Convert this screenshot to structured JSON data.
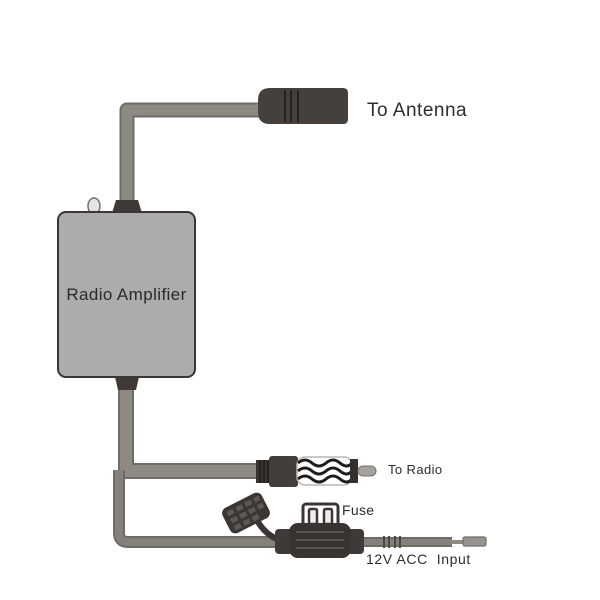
{
  "diagram": {
    "device_label": "Radio Amplifier",
    "annotations": {
      "antenna": "To Antenna",
      "radio": "To Radio",
      "fuse": "Fuse",
      "power_input": "12V ACC  Input"
    },
    "colors": {
      "background": "#ffffff",
      "cable_fill": "#8d8a84",
      "cable_edge": "#6f6c67",
      "connector_dark": "#3f3a37",
      "amplifier_fill": "#adacaa",
      "amplifier_border": "#3b3634",
      "label_text": "#2f2d2b"
    },
    "components": {
      "antenna_plug": "car-antenna-barrel-plug",
      "amplifier": "radio-amplifier-unit",
      "radio_plug": "radio-aerial-male-plug",
      "fuse_holder": "inline-fuse-holder-with-cap",
      "power_lead": "12v-acc-wire-with-terminal"
    }
  }
}
